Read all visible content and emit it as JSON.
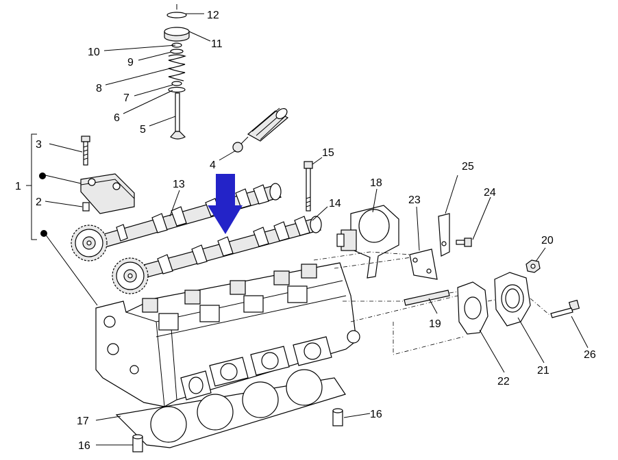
{
  "diagram": {
    "arrow_color": "#2323c8",
    "callouts": {
      "c1": "1",
      "c2": "2",
      "c3": "3",
      "c4": "4",
      "c5": "5",
      "c6": "6",
      "c7": "7",
      "c8": "8",
      "c9": "9",
      "c10": "10",
      "c11": "11",
      "c12": "12",
      "c13": "13",
      "c14": "14",
      "c15": "15",
      "c16a": "16",
      "c16b": "16",
      "c17": "17",
      "c18": "18",
      "c19": "19",
      "c20": "20",
      "c21": "21",
      "c22": "22",
      "c23": "23",
      "c24": "24",
      "c25": "25",
      "c26": "26"
    }
  }
}
